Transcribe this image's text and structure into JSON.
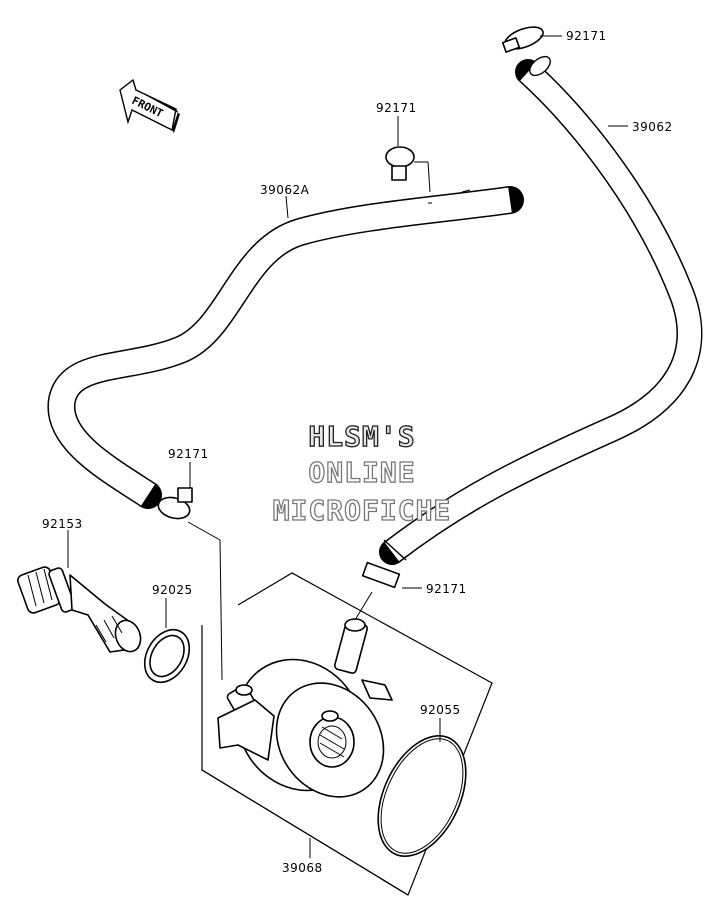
{
  "front_arrow": {
    "label": "FRONT"
  },
  "watermark": {
    "line1": "HLSM'S",
    "line2": "ONLINE",
    "line3": "MICROFICHE"
  },
  "parts": {
    "clamp_top_right": "92171",
    "hose_right": "39062",
    "clamp_middle_top": "92171",
    "hose_left": "39062A",
    "clamp_left": "92171",
    "fitting": "92153",
    "washer": "92025",
    "clamp_lower": "92171",
    "oring": "92055",
    "oil_cooler": "39068"
  }
}
